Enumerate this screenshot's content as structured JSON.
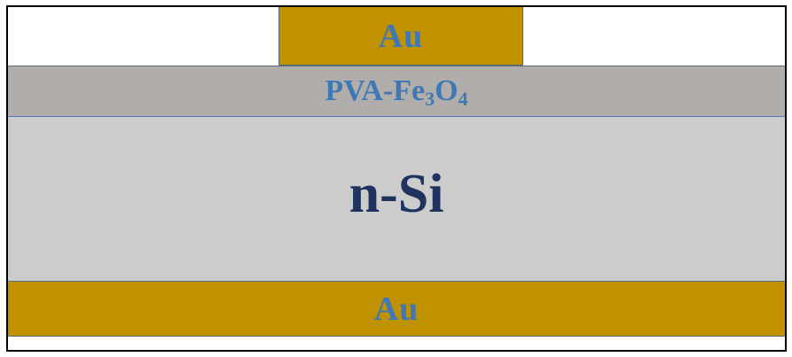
{
  "colors": {
    "gold": "#c09100",
    "pva_gray": "#b1adab",
    "si_gray": "#cccccc",
    "label_blue": "#3f79b5",
    "si_text": "#1f3360"
  },
  "layers": {
    "top_contact": {
      "label": "Au"
    },
    "pva": {
      "label_main": "PVA-Fe",
      "sub1": "3",
      "label_o": "O",
      "sub2": "4"
    },
    "substrate": {
      "label": "n-Si"
    },
    "bottom_contact": {
      "label": "Au"
    }
  }
}
